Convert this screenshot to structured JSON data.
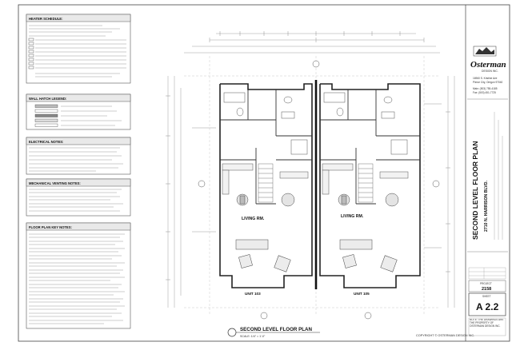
{
  "sheet": {
    "title_block": {
      "company": "Osterman",
      "company_sub": "DESIGN INC.",
      "address_lines": [
        "16960 S. Kristine Ave",
        "Pierce City, Oregon 97040"
      ],
      "main_phone": "Main: (503) 755-4185",
      "fax": "Fax: (503) 451-7725",
      "sheet_title": "SECOND LEVEL FLOOR PLAN",
      "project_address": "2710 N. HARRISON BLVD.",
      "project_label": "PROJECT",
      "project_number": "2158",
      "sheet_label": "SHEET",
      "sheet_number": "A 2.2",
      "note": "NOTE: THE DRAWINGS ARE THE PROPERTY OF OSTERMAN DESIGN INC."
    },
    "copyright": "COPYRIGHT © OSTERMAN DESIGN INC.",
    "plan_title": "SECOND LEVEL FLOOR PLAN",
    "plan_scale": "SCALE: 1/4\" = 1'-0\"",
    "rooms": {
      "living_left": "LIVING RM.",
      "living_right": "LIVING RM.",
      "unit_left": "UNIT 103",
      "unit_right": "UNIT 105"
    },
    "panels": [
      {
        "title": "HEATER SCHEDULE:"
      },
      {
        "title": "WALL HATCH LEGEND:"
      },
      {
        "title": "ELECTRICAL NOTES:"
      },
      {
        "title": "MECHANICAL VENTING NOTES:"
      },
      {
        "title": "FLOOR PLAN KEY NOTES:"
      }
    ]
  }
}
